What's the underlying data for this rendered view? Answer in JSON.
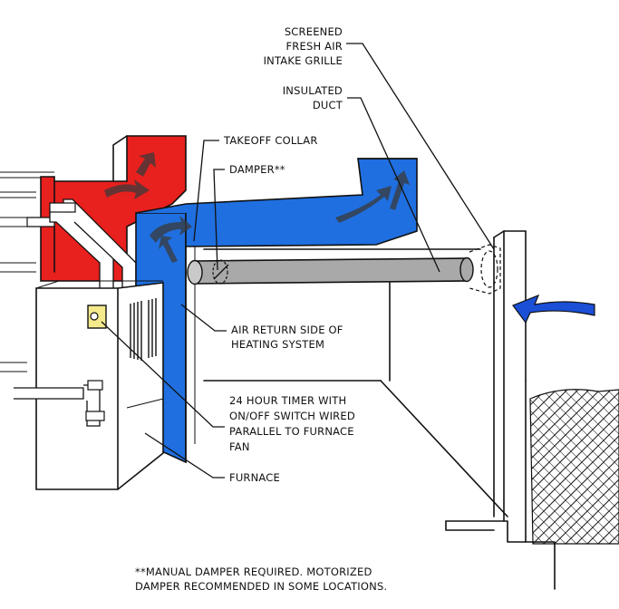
{
  "labels": {
    "screened_grille": [
      "SCREENED",
      "FRESH AIR",
      "INTAKE GRILLE"
    ],
    "insulated_duct": [
      "INSULATED",
      "DUCT"
    ],
    "takeoff_collar": "TAKEOFF COLLAR",
    "damper": "DAMPER**",
    "air_return": [
      "AIR RETURN SIDE OF",
      "HEATING SYSTEM"
    ],
    "timer": [
      "24 HOUR TIMER WITH",
      "ON/OFF SWITCH WIRED",
      "PARALLEL TO FURNACE",
      "FAN"
    ],
    "furnace": "FURNACE"
  },
  "footnote": [
    "**MANUAL DAMPER REQUIRED.  MOTORIZED",
    "DAMPER RECOMMENDED IN SOME LOCATIONS."
  ],
  "colors": {
    "supply_duct": "#e8201e",
    "return_duct": "#1f6fe0",
    "fresh_air_duct": "#a9a9a9",
    "fresh_air_arrow": "#1a4fd6",
    "timer_box": "#f4ea8c",
    "airflow_arrows": "#3a3a3a"
  }
}
